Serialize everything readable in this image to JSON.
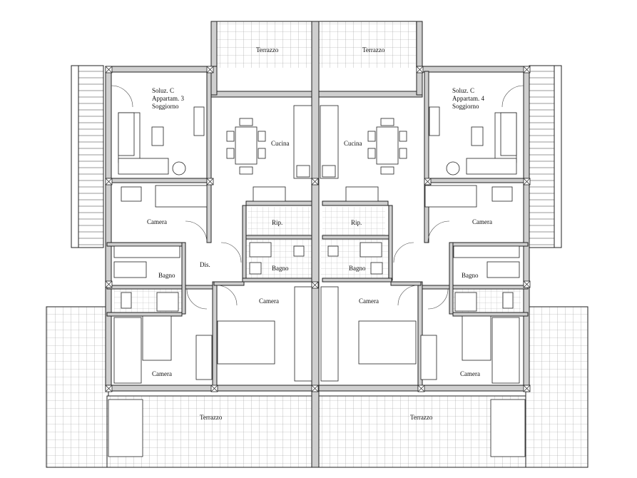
{
  "labels": {
    "terrace_top_left": "Terrazzo",
    "terrace_top_right": "Terrazzo",
    "terrace_bottom_left": "Terrazzo",
    "terrace_bottom_right": "Terrazzo",
    "apt3_title": "Soluz. C",
    "apt3_number": "Appartam. 3",
    "apt3_living": "Soggiorno",
    "apt4_title": "Soluz. C",
    "apt4_number": "Appartam. 4",
    "apt4_living": "Soggiorno",
    "kitchen_left": "Cucina",
    "kitchen_right": "Cucina",
    "storage_left": "Rip.",
    "storage_right": "Rip.",
    "hall_left": "Dis.",
    "bath_left_small": "Bagno",
    "bath_left_main": "Bagno",
    "bath_right_main": "Bagno",
    "bath_right_small": "Bagno",
    "bedroom_left_upper": "Camera",
    "bedroom_right_upper": "Camera",
    "bedroom_left_master": "Camera",
    "bedroom_right_master": "Camera",
    "bedroom_left_lower": "Camera",
    "bedroom_right_lower": "Camera"
  }
}
